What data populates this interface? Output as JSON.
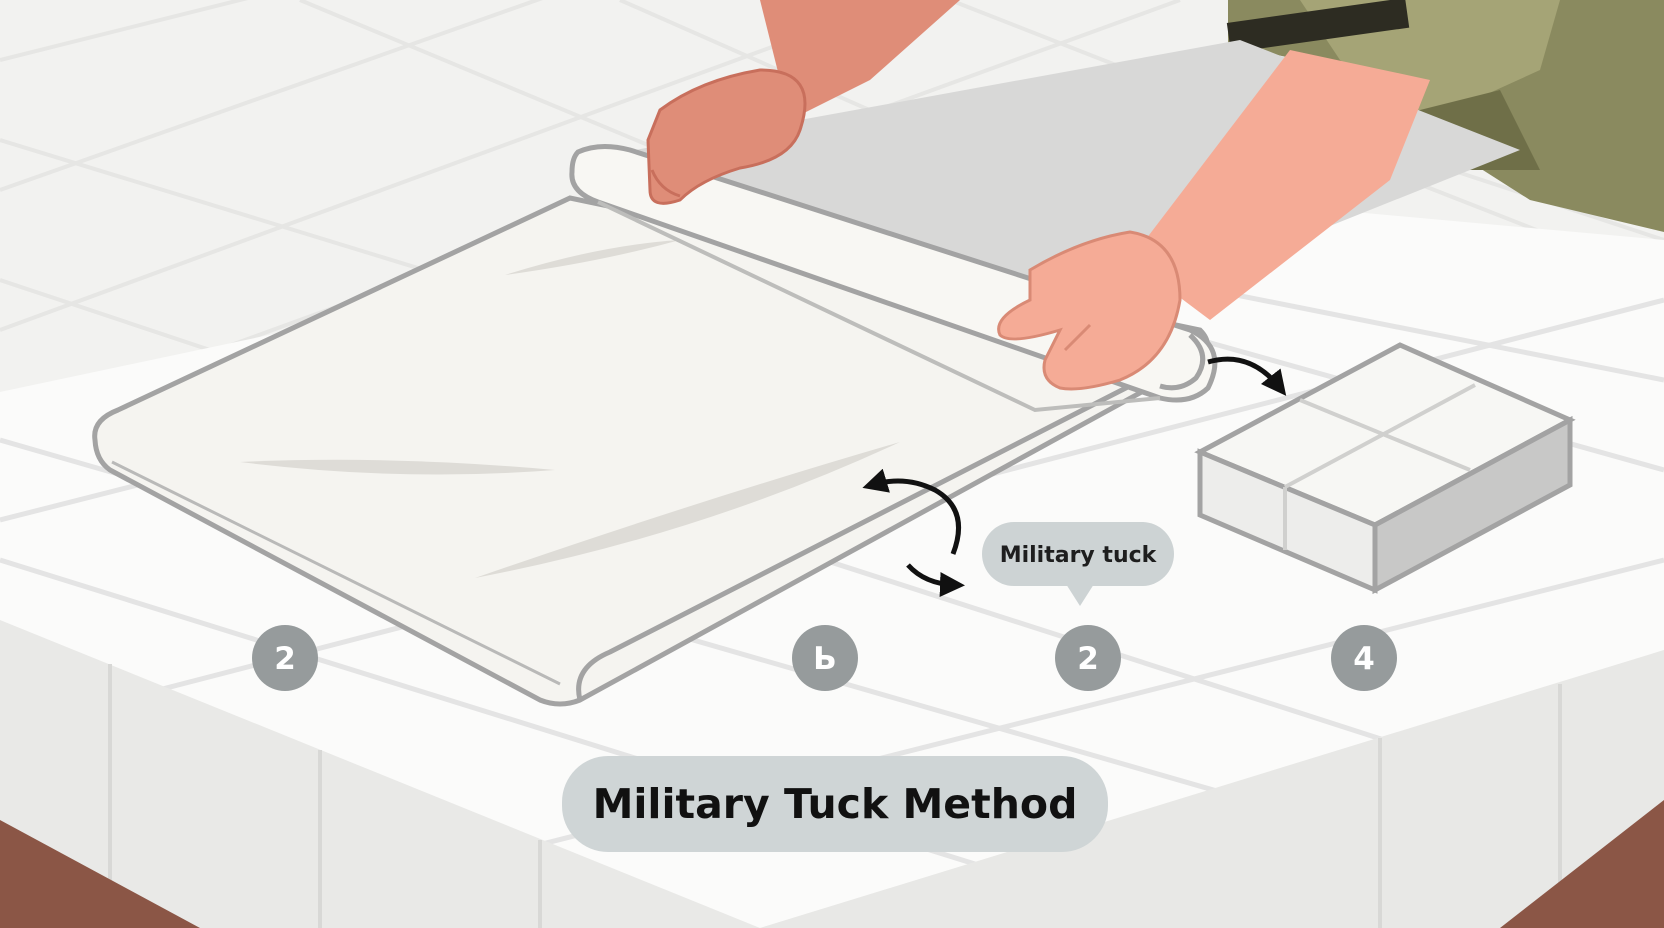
{
  "diagram": {
    "title": "Military Tuck Method",
    "callout": "Military tuck",
    "steps": [
      {
        "label": "2"
      },
      {
        "label": "Ь"
      },
      {
        "label": "2"
      },
      {
        "label": "4"
      }
    ]
  },
  "colors": {
    "tile_surface": "#fbfbfa",
    "grout": "#e3e3e3",
    "sheet": "#f5f4f0",
    "sheet_outline": "#a3a3a3",
    "skin": "#f3a68f",
    "uniform": "#8a8a5f",
    "step_badge": "#969b9c",
    "callout_bg": "#cdd3d4",
    "title_bg": "#cfd5d6",
    "counter_edge": "#8b5646",
    "arrow": "#111111"
  },
  "icons": [
    "curved-arrow-icon"
  ]
}
